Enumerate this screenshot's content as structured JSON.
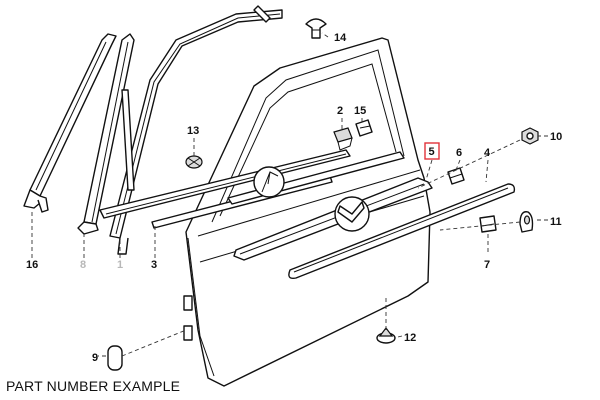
{
  "caption": "PART NUMBER EXAMPLE",
  "highlight_color": "#e0323a",
  "callouts": {
    "p1": "1",
    "p2": "2",
    "p3": "3",
    "p4": "4",
    "p5": "5",
    "p6": "6",
    "p7": "7",
    "p8": "8",
    "p9": "9",
    "p10": "10",
    "p11": "11",
    "p12": "12",
    "p13": "13",
    "p14": "14",
    "p15": "15",
    "p16": "16"
  },
  "icons": [
    "door-frame-seal",
    "door-panel",
    "trim-strip",
    "clip",
    "screw",
    "grommet"
  ]
}
